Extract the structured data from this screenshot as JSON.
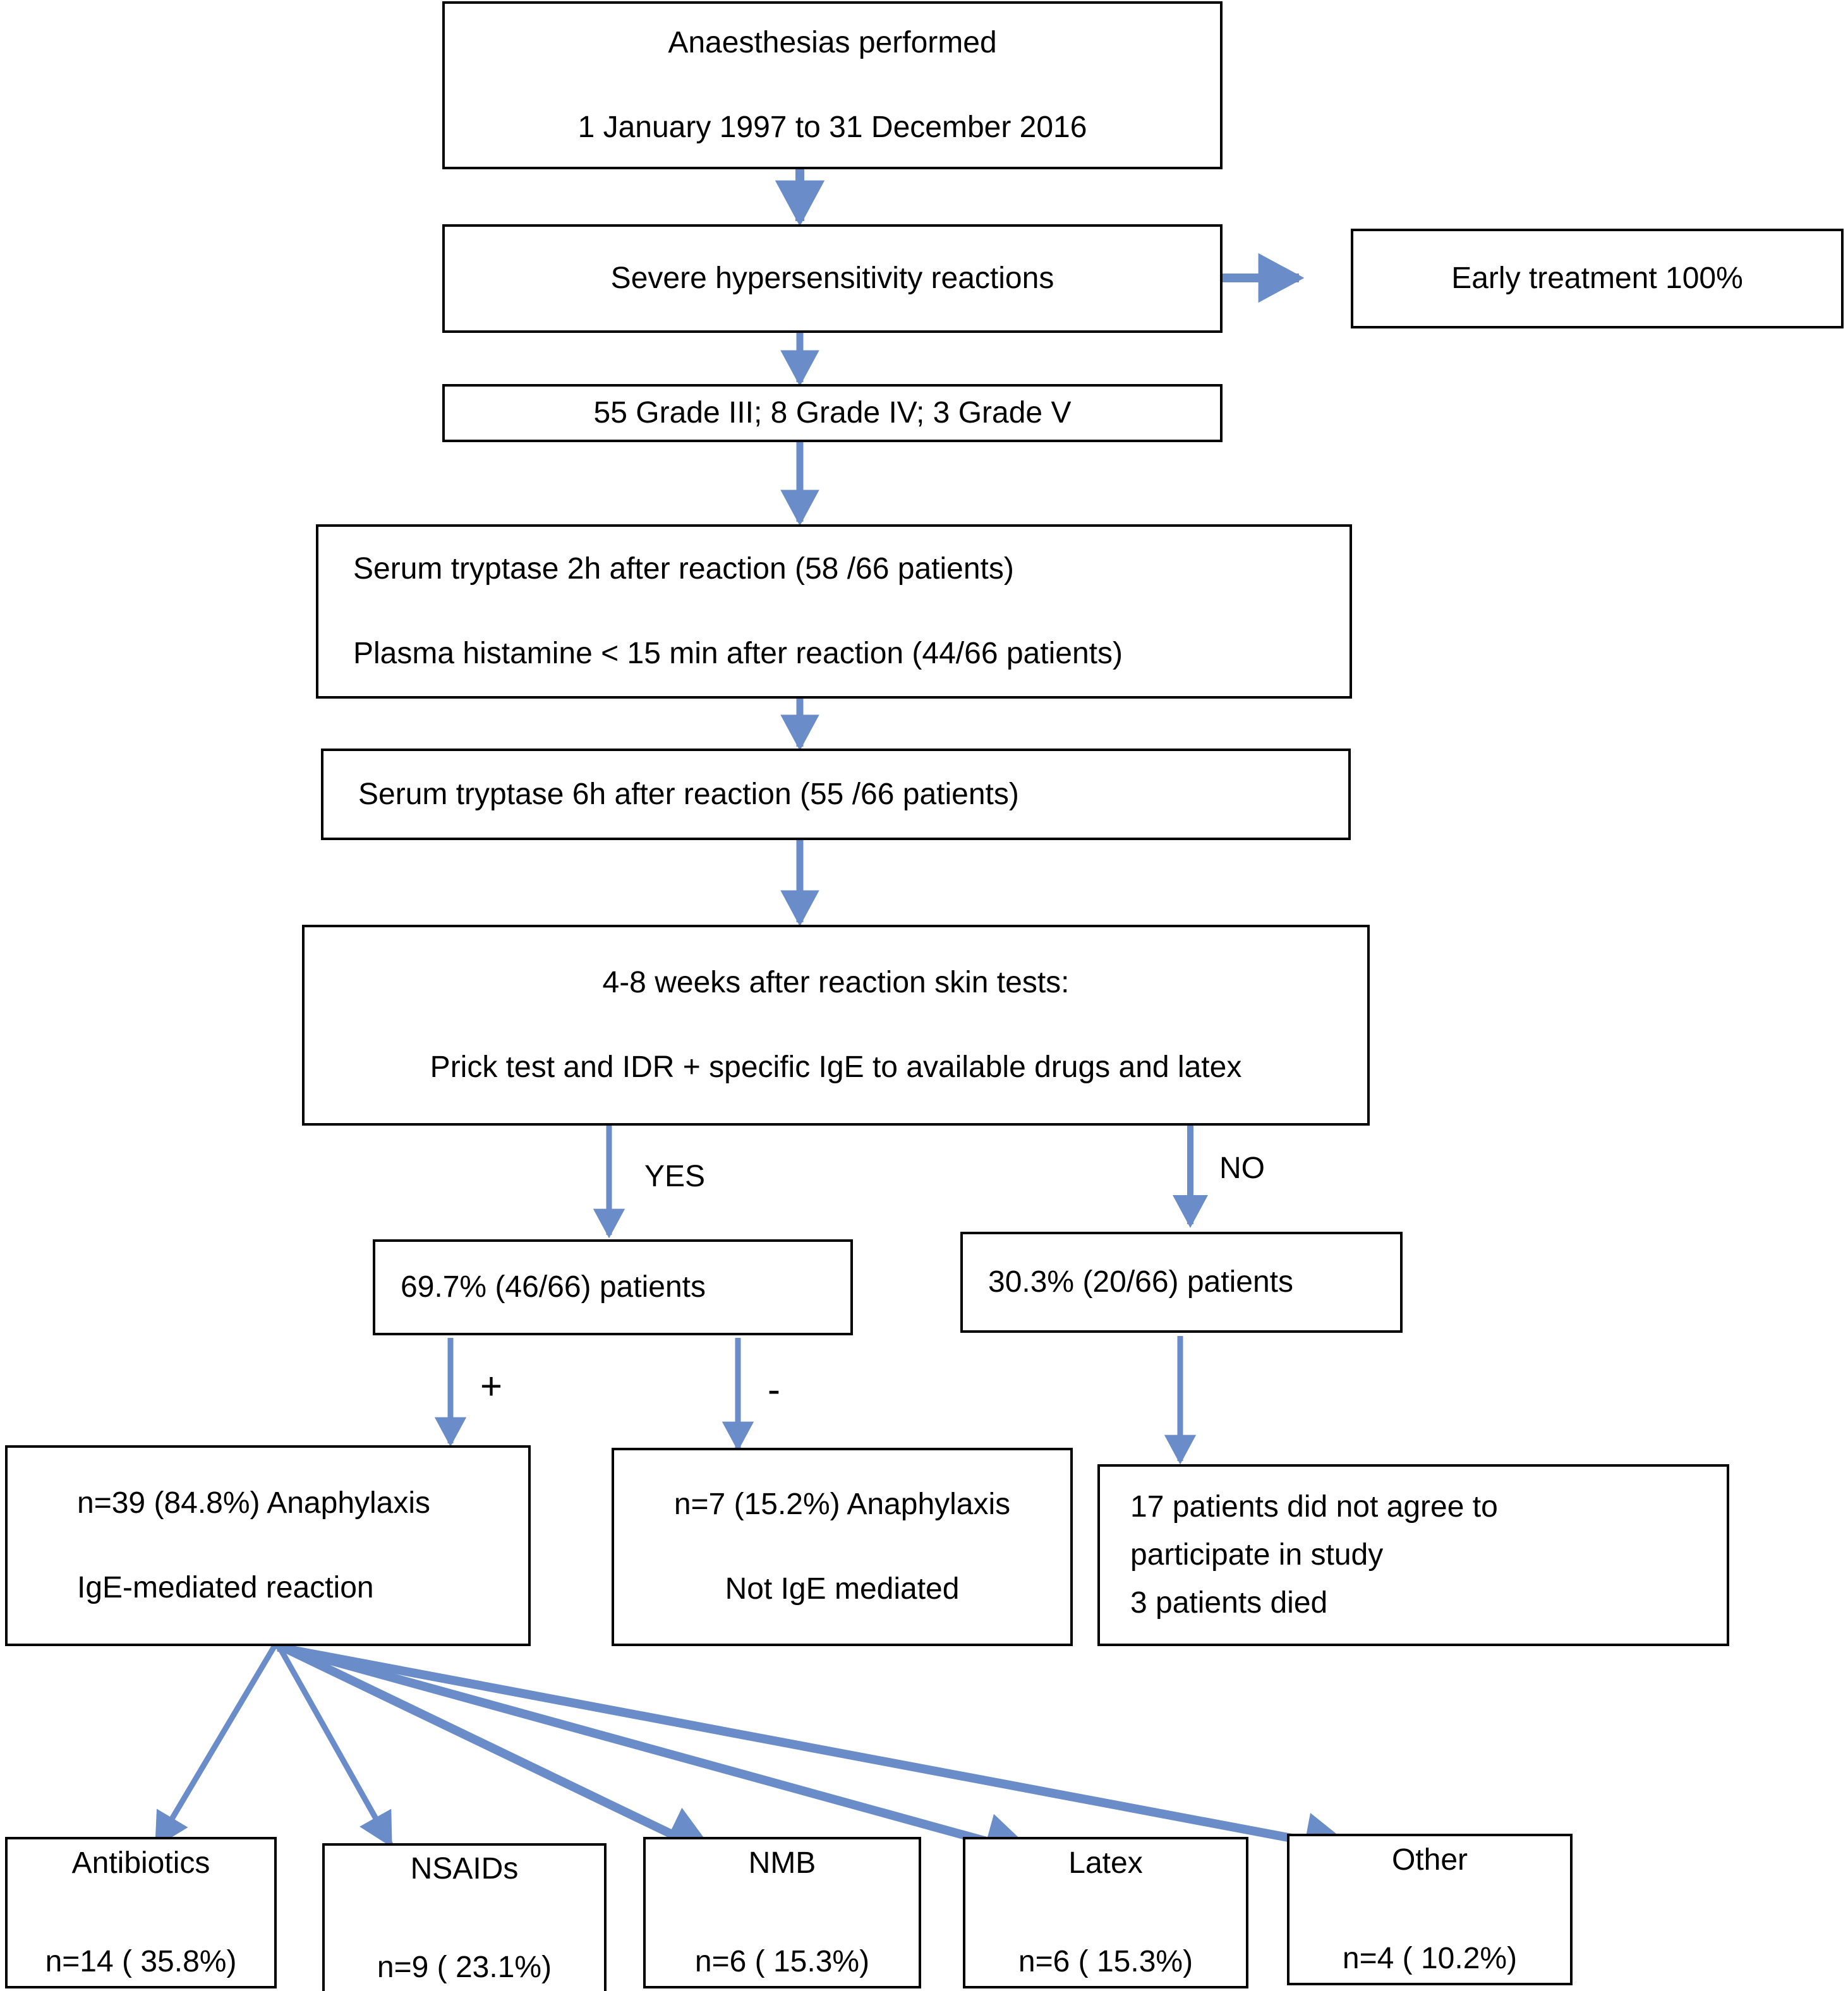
{
  "diagram": {
    "title": "Anaesthesia hypersensitivity reaction investigation flowchart",
    "arrow_color": "#6a8cc8",
    "box_border_color": "#000000",
    "background_color": "#ffffff"
  },
  "nodes": {
    "anaesthesias": {
      "line1": "Anaesthesias performed",
      "line2": "1 January 1997 to 31 December 2016"
    },
    "severe_reactions": {
      "line1": "Severe hypersensitivity reactions"
    },
    "early_treatment": {
      "line1": "Early treatment 100%"
    },
    "grades": {
      "line1": "55 Grade III; 8 Grade IV; 3 Grade V"
    },
    "tryptase_2h": {
      "line1": "Serum tryptase 2h after reaction (58 /66 patients)",
      "line2": "Plasma histamine < 15 min after reaction  (44/66 patients)"
    },
    "tryptase_6h": {
      "line1": "Serum tryptase 6h after reaction (55 /66 patients)"
    },
    "skin_tests": {
      "line1": "4-8 weeks after reaction skin tests:",
      "line2": "Prick test and IDR + specific IgE to available drugs and latex"
    },
    "yes_patients": {
      "line1": "69.7% (46/66) patients"
    },
    "no_patients": {
      "line1": "30.3% (20/66) patients"
    },
    "ige_mediated": {
      "line1": "n=39 (84.8%) Anaphylaxis",
      "line2": "IgE-mediated reaction"
    },
    "not_ige_mediated": {
      "line1": "n=7 (15.2%)  Anaphylaxis",
      "line2": "Not IgE mediated"
    },
    "excluded": {
      "line1": "17 patients did not agree to",
      "line2": "participate in study",
      "line3": " 3 patients died"
    }
  },
  "culprits": [
    {
      "name": "Antibiotics",
      "stat": "n=14 ( 35.8%)",
      "n": 14,
      "percent": 35.8
    },
    {
      "name": "NSAIDs",
      "stat": "n=9 ( 23.1%)",
      "n": 9,
      "percent": 23.1
    },
    {
      "name": "NMB",
      "stat": "n=6 ( 15.3%)",
      "n": 6,
      "percent": 15.3
    },
    {
      "name": "Latex",
      "stat": "n=6 ( 15.3%)",
      "n": 6,
      "percent": 15.3
    },
    {
      "name": "Other",
      "stat": "n=4 ( 10.2%)",
      "n": 4,
      "percent": 10.2
    }
  ],
  "edge_labels": {
    "yes": "YES",
    "no": "NO",
    "positive": "+",
    "negative": "-"
  }
}
